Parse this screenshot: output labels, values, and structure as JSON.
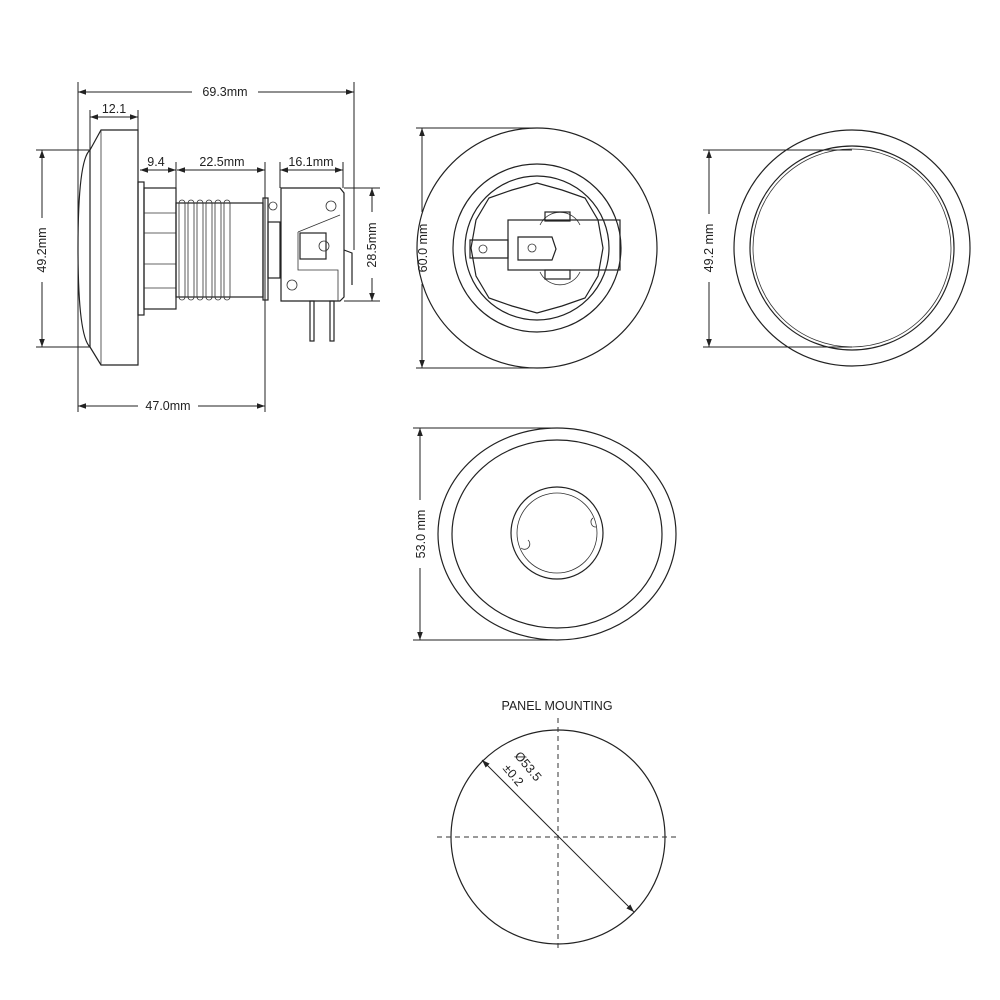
{
  "side_view": {
    "overall_length": "69.3mm",
    "cap_depth": "12.1",
    "nut_width": "9.4",
    "thread_length": "22.5mm",
    "switch_length": "16.1mm",
    "switch_height": "28.5mm",
    "cap_diameter": "49.2mm",
    "body_length": "47.0mm"
  },
  "rear_view": {
    "outer_diameter": "60.0 mm"
  },
  "front_view": {
    "cap_diameter": "49.2 mm"
  },
  "bottom_view": {
    "bezel_diameter": "53.0 mm"
  },
  "panel_mounting": {
    "title": "PANEL MOUNTING",
    "hole_diameter": "Ø53.5",
    "tolerance": "±0.2"
  },
  "colors": {
    "line": "#222222",
    "background": "#ffffff"
  }
}
